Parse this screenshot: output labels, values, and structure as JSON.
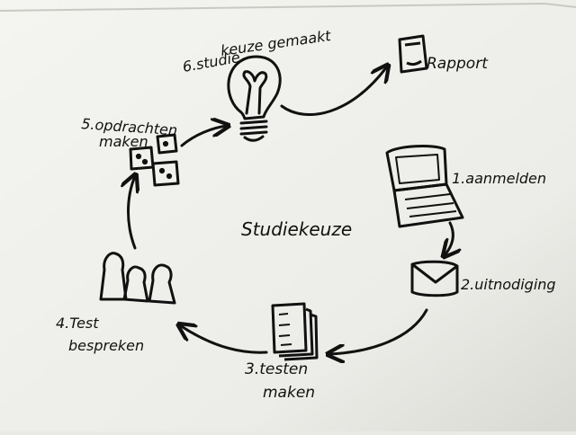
{
  "diagram": {
    "center_label": "Studiekeuze",
    "steps": {
      "aanmelden": "1.aanmelden",
      "uitnodiging": "2.uitnodiging",
      "testen_line1": "3.testen",
      "testen_line2": "maken",
      "bespreken_line1": "4.Test",
      "bespreken_line2": "bespreken",
      "opdrachten_line1": "5.opdrachten",
      "opdrachten_line2": "maken",
      "keuze_line1": "6.studie",
      "keuze_line2": "keuze gemaakt"
    },
    "outcome": "Rapport"
  },
  "icons": [
    "laptop-icon",
    "envelope-icon",
    "paper-stack-icon",
    "people-icon",
    "dice-icon",
    "lightbulb-icon",
    "report-icon"
  ],
  "colors": {
    "ink": "#111111",
    "paper": "#f2f2ef",
    "shadow": "#dcdcd8"
  }
}
